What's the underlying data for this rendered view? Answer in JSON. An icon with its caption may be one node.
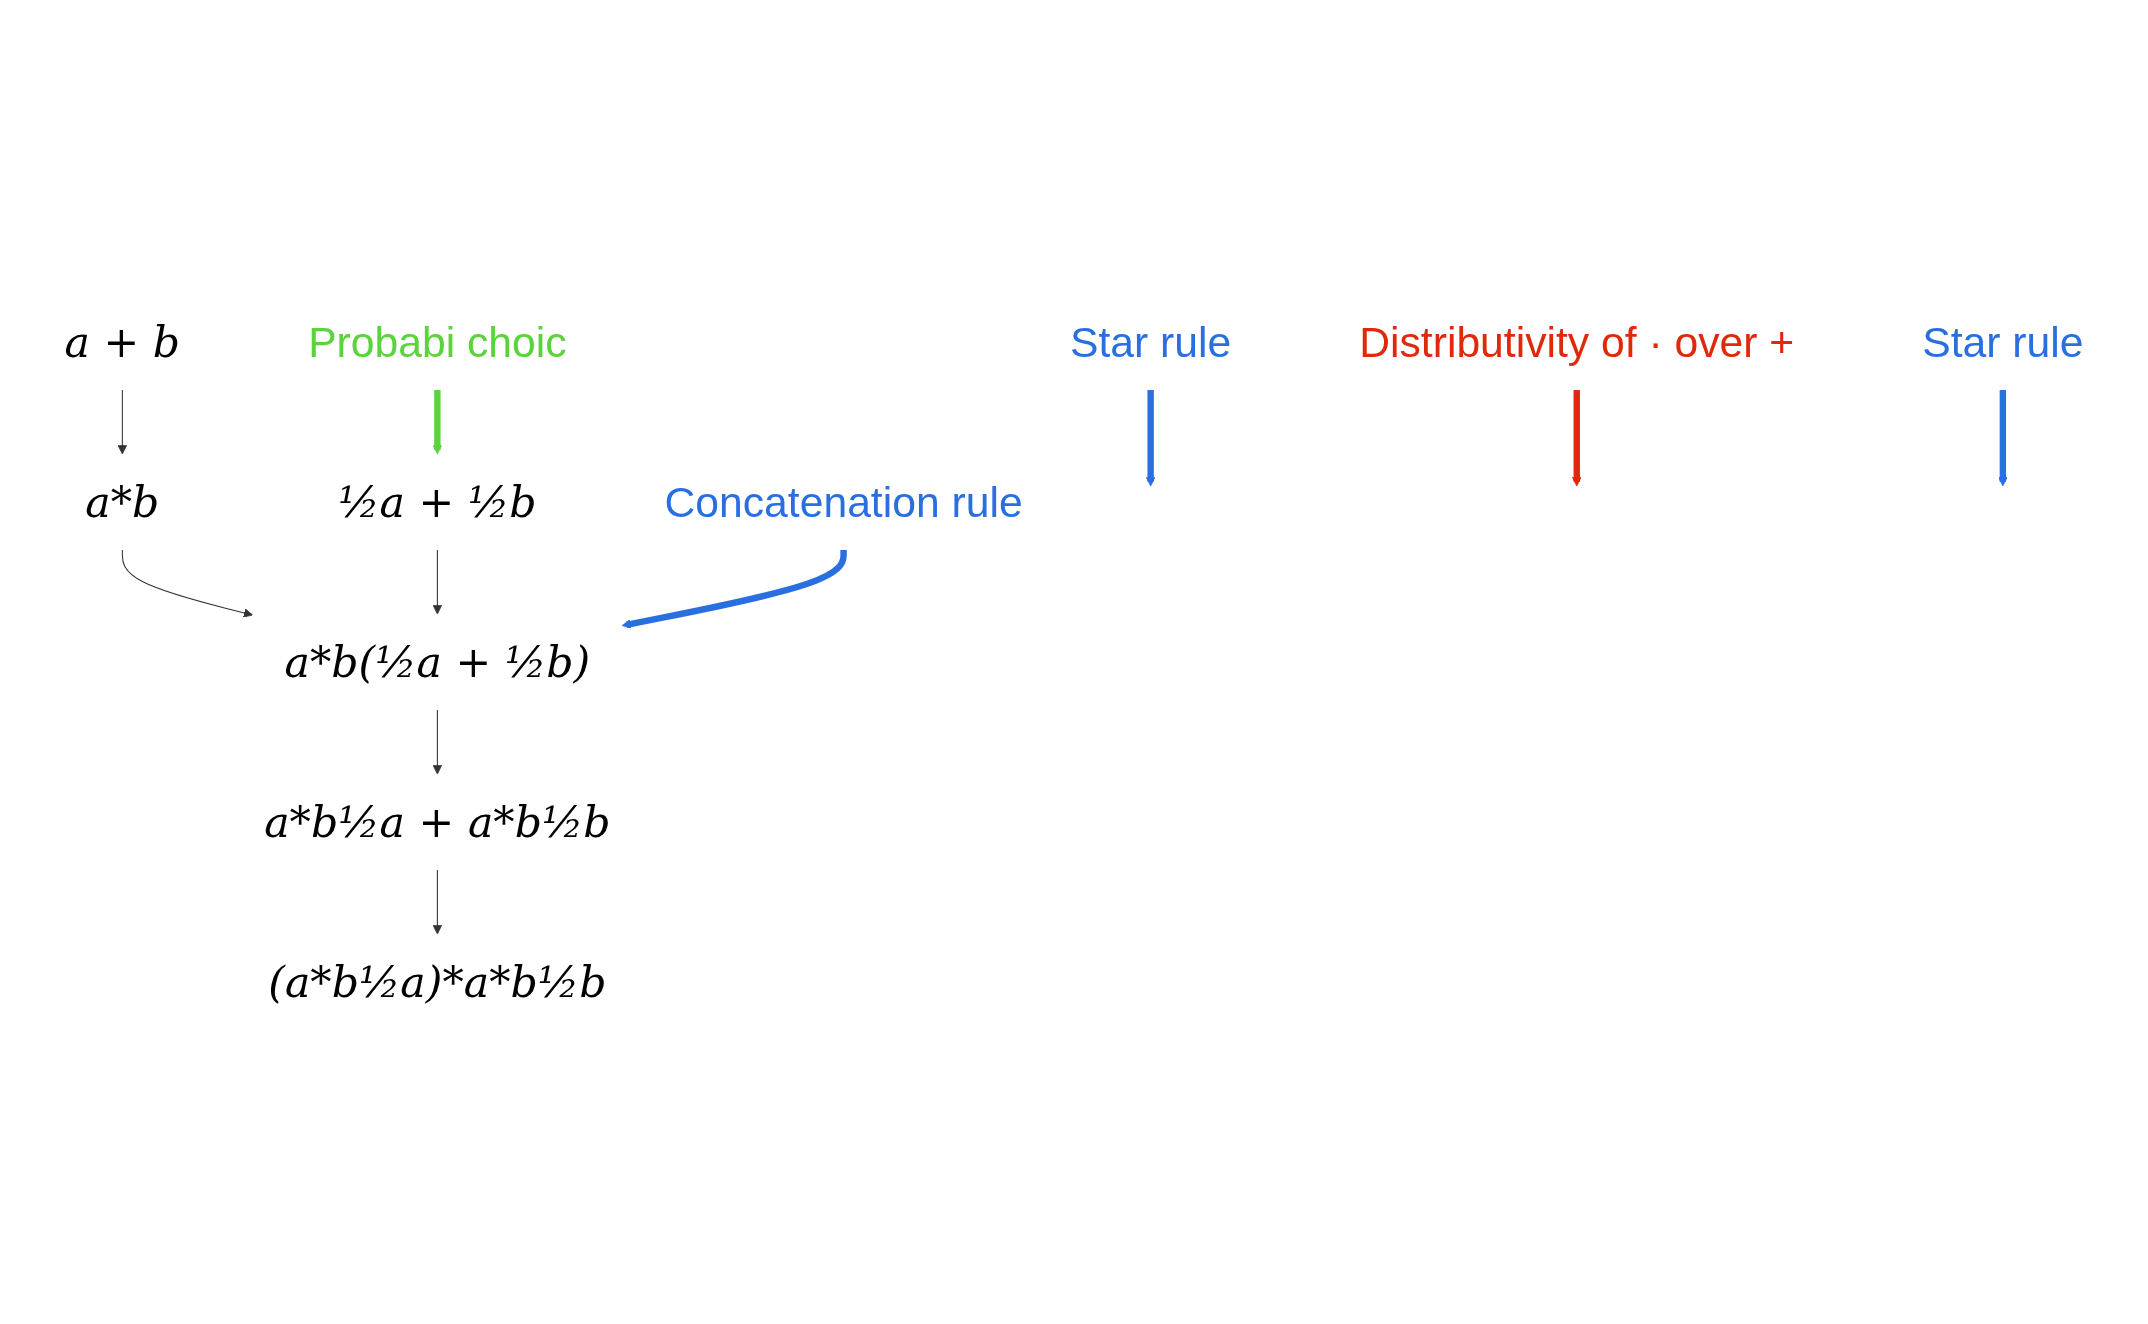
{
  "diagram": {
    "nodes": [
      {
        "text": [
          "a + b"
        ]
      },
      {
        "text": [
          "Concatenation rule"
        ]
      },
      {
        "text": [
          "Star rule"
        ]
      },
      {
        "text": [
          "a*b"
        ]
      },
      {
        "text": [
          "½a + ½b"
        ]
      },
      {
        "text": [
          "Probabi choic"
        ]
      },
      {
        "text": [
          "a*b(½a + ½b)"
        ]
      },
      {
        "text": [
          "Distributivity of · over +"
        ]
      },
      {
        "text": [
          "a*b½a + a*b½b"
        ]
      },
      {
        "text": [
          "Star rule"
        ]
      },
      {
        "text": [
          "(a*b½a)*a*b½b"
        ]
      }
    ],
    "edges": [
      {
        "from": 0,
        "to": 3,
        "arrow": "to"
      },
      {
        "from": 3,
        "to": 6,
        "arrow": "to"
      },
      {
        "from": 4,
        "to": 6,
        "arrow": "to"
      },
      {
        "from": 6,
        "to": 8,
        "arrow": "to"
      },
      {
        "from": 8,
        "to": 10,
        "arrow": "to"
      },
      {
        "from": 2,
        "to": null,
        "arrow": "to",
        "style": "thick",
        "color": "#2a6fe0"
      },
      {
        "from": 1,
        "to": 6,
        "arrow": "to",
        "style": "thick",
        "color": "#2a6fe0"
      },
      {
        "from": 5,
        "to": 4,
        "arrow": "to",
        "style": "thick",
        "color": "#5ad33c"
      },
      {
        "from": 7,
        "to": null,
        "arrow": "to",
        "style": "thick",
        "color": "#e0280a"
      },
      {
        "from": 9,
        "to": null,
        "arrow": "to",
        "style": "thick",
        "color": "#2a6fe0"
      }
    ]
  }
}
